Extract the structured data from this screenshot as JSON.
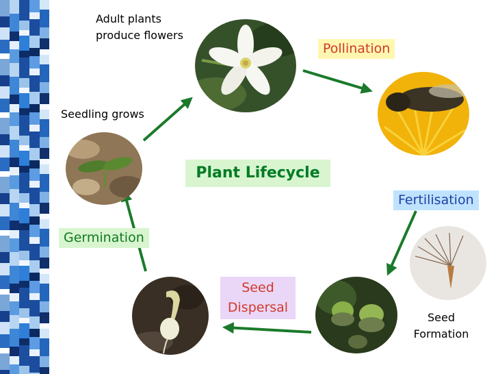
{
  "diagram": {
    "title": "Plant Lifecycle",
    "stages": {
      "pollination": "Pollination",
      "fertilisation": "Fertilisation",
      "seed_dispersal_line1": "Seed",
      "seed_dispersal_line2": "Dispersal",
      "germination": "Germination"
    },
    "captions": {
      "adult_line1": "Adult plants",
      "adult_line2": "produce flowers",
      "seedling": "Seedling grows",
      "seed_formation_line1": "Seed",
      "seed_formation_line2": "Formation"
    }
  },
  "colors": {
    "arrow": "#1a7a2a",
    "pollination_bg": "#fff6b0",
    "fertilisation_bg": "#bfe3ff",
    "seed_dispersal_bg": "#ead6f7",
    "germination_bg": "#d8f5d0",
    "title_bg": "#d8f5d0"
  }
}
